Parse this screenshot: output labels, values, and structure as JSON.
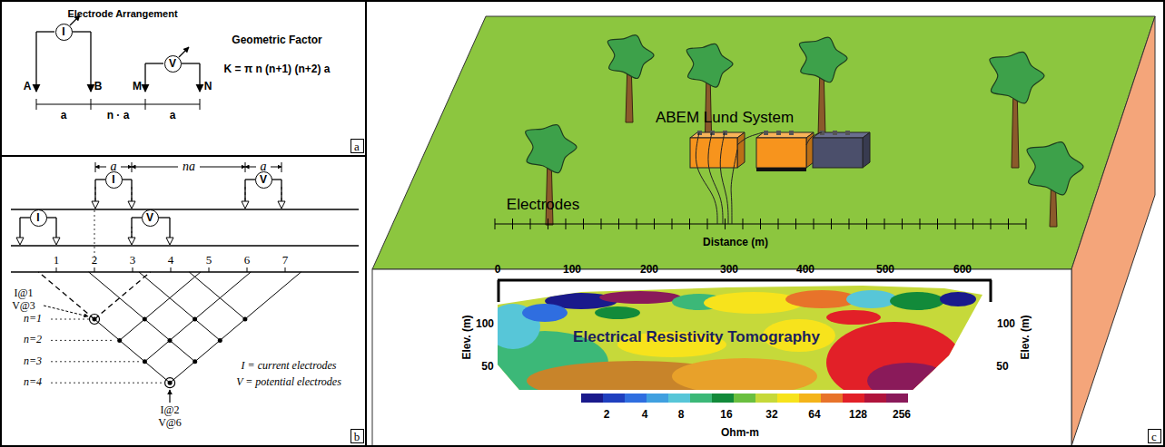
{
  "diagram": {
    "nodes": [
      {
        "text": [
          "I"
        ]
      },
      {
        "text": [
          "V"
        ]
      },
      {
        "text": [
          "a"
        ]
      },
      {
        "text": [
          "I"
        ]
      },
      {
        "text": [
          "V"
        ]
      },
      {
        "text": [
          "I"
        ]
      },
      {
        "text": [
          "V"
        ]
      },
      {
        "text": [
          "b"
        ]
      },
      {
        "text": [
          "c"
        ]
      }
    ],
    "labels": [
      "Electrode Arrangement",
      "A",
      "B",
      "M",
      "N",
      "a",
      "n · a",
      "a",
      "Geometric Factor",
      "K = π n (n+1) (n+2) a",
      "a",
      "na",
      "a",
      "1",
      "2",
      "3",
      "4",
      "5",
      "6",
      "7",
      "I@1",
      "V@3",
      "n=1",
      "n=2",
      "n=3",
      "n=4",
      "I = current electrodes",
      "V = potential electrodes",
      "I@2",
      "V@6",
      "ABEM Lund System",
      "Electrodes",
      "Distance (m)",
      "0",
      "100",
      "200",
      "300",
      "400",
      "500",
      "600",
      "Elev. (m)",
      "100",
      "50",
      "100",
      "50",
      "Elev. (m)",
      "Electrical Resistivity Tomography",
      "2",
      "4",
      "8",
      "16",
      "32",
      "64",
      "128",
      "256",
      "Ohm-m"
    ]
  }
}
